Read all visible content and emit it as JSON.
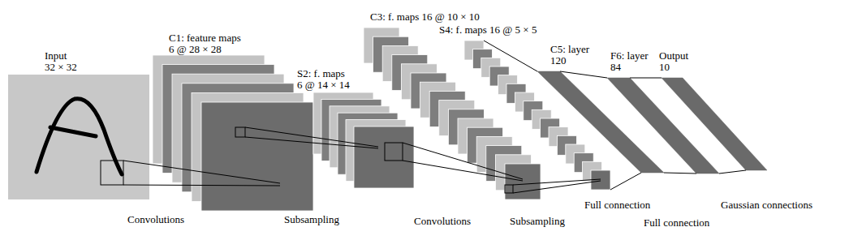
{
  "diagram": {
    "nodes": [
      {
        "text": [
          "Input",
          "32 × 32"
        ]
      },
      {
        "text": [
          "C1: feature maps",
          "6 @ 28 × 28"
        ]
      },
      {
        "text": [
          "S2: f. maps",
          "6 @ 14 × 14"
        ]
      },
      {
        "text": [
          "C3: f. maps 16 @ 10 × 10"
        ]
      },
      {
        "text": [
          "S4: f. maps 16 @ 5 × 5"
        ]
      },
      {
        "text": [
          "C5: layer",
          "120"
        ]
      },
      {
        "text": [
          "F6: layer",
          "84"
        ]
      },
      {
        "text": [
          "Output",
          "10"
        ]
      }
    ],
    "edges": [
      {
        "from": 0,
        "to": 1,
        "arrow": "none"
      },
      {
        "from": 1,
        "to": 2,
        "arrow": "none"
      },
      {
        "from": 2,
        "to": 3,
        "arrow": "none"
      },
      {
        "from": 3,
        "to": 4,
        "arrow": "none"
      },
      {
        "from": 4,
        "to": 5,
        "arrow": "none"
      },
      {
        "from": 5,
        "to": 6,
        "arrow": "none"
      },
      {
        "from": 6,
        "to": 7,
        "arrow": "none"
      }
    ],
    "labels": [
      "Convolutions",
      "Subsampling",
      "Convolutions",
      "Subsampling",
      "Full connection",
      "Full connection",
      "Gaussian connections"
    ]
  }
}
